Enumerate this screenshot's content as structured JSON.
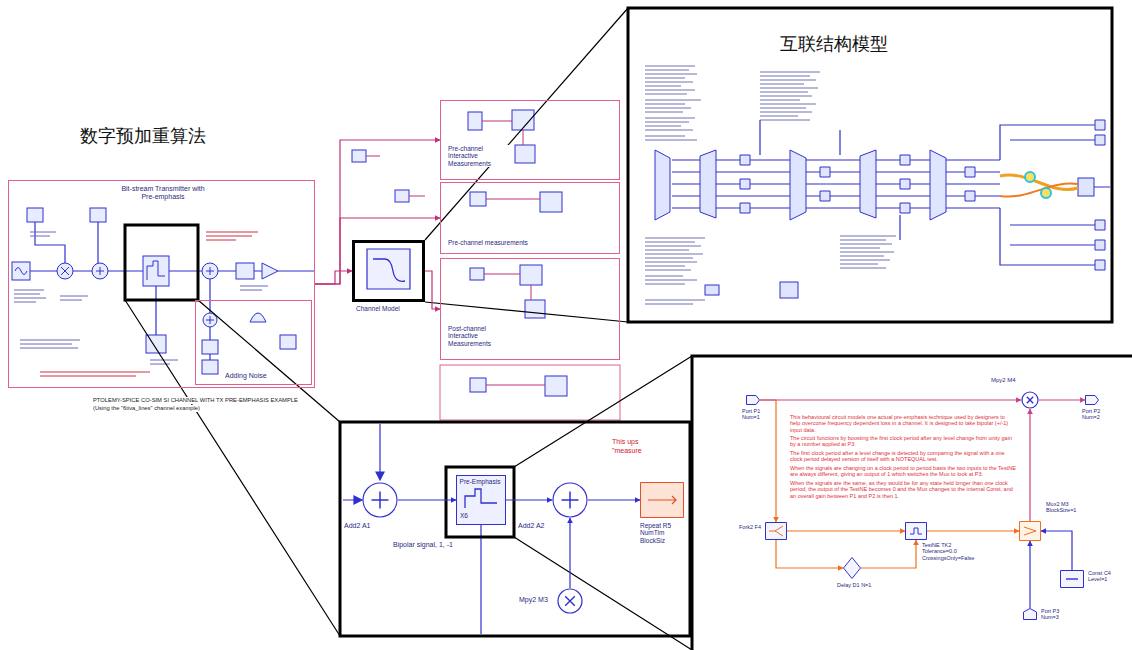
{
  "diagram": {
    "nodes": [
      {
        "text": [
          "Bit-stream Transmitter with Pre-emphasis"
        ]
      },
      {
        "text": [
          "Adding Noise"
        ],
        "in": 0
      },
      {
        "text": [
          "Pre-channel Interactive Measurements"
        ]
      },
      {
        "text": [
          "Pre-channel measurements"
        ]
      },
      {
        "text": [
          "Channel Model"
        ]
      },
      {
        "text": [
          "Post-channel Interactive Measurements"
        ]
      },
      {
        "text": [
          "互联结构模型"
        ]
      },
      {
        "text": [
          "This ups",
          "\"measure"
        ]
      },
      {
        "text": [
          "Add2 A1"
        ],
        "in": 7
      },
      {
        "text": [
          "Pre-Emphasis",
          "X6"
        ],
        "in": 7
      },
      {
        "text": [
          "Add2 A2"
        ],
        "in": 7
      },
      {
        "text": [
          "Repeat R5 NumTim BlockSiz"
        ],
        "in": 7
      },
      {
        "text": [
          "Mpy2 M3"
        ],
        "in": 7
      },
      {
        "text": [
          "This behavioural circuit models one actual pre-emphasis technique used by designers to help overcome frequency dependent loss in a channel. It is designed to take bipolar (+/-1) input data.",
          "The circuit functions by boosting the first clock period after any level change from unity gain by a number applied at P3.",
          "The first clock period after a level change is detected by comparing the signal with a one clock period delayed version of itself with a NOTEQUAL test.",
          "When the signals are changing on a clock period to period basis the two inputs to the TestNE are always different, giving an output of 1 which switches the Mux to look at P3.",
          "When the signals are the same, as they would be for any state held longer than one clock period, the output of the TestNE becomes 0 and the Mux changes to the internal Const, and an overall gain between P1 and P2 is then 1."
        ]
      },
      {
        "text": [
          "Port P1 Num=1"
        ],
        "in": 13
      },
      {
        "text": [
          "Fork2 F4"
        ],
        "in": 13
      },
      {
        "text": [
          "Delay D1 N=1"
        ],
        "in": 13
      },
      {
        "text": [
          "TestNE TK2 Tolerance=0.0 CrossingsOnly=False"
        ],
        "in": 13
      },
      {
        "text": [
          "Mux2 M3 BlockSize=1"
        ],
        "in": 13
      },
      {
        "text": [
          "Const C4 Level=1"
        ],
        "in": 13
      },
      {
        "text": [
          "Port P3 Num=3"
        ],
        "in": 13
      },
      {
        "text": [
          "Mpy2 M4"
        ],
        "in": 13
      },
      {
        "text": [
          "Port P2 Num=2"
        ],
        "in": 13
      }
    ],
    "edges": [
      {
        "from": 0,
        "to": 4,
        "arrow": "to"
      },
      {
        "from": 0,
        "to": 2,
        "arrow": "to"
      },
      {
        "from": 0,
        "to": 3,
        "arrow": "to"
      },
      {
        "from": 4,
        "to": 5,
        "arrow": "to"
      },
      {
        "from": 8,
        "to": 9,
        "arrow": "to"
      },
      {
        "from": 9,
        "to": 10,
        "arrow": "to"
      },
      {
        "from": 10,
        "to": 11,
        "arrow": "to"
      },
      {
        "from": 12,
        "to": 10,
        "arrow": "to"
      },
      {
        "from": 14,
        "to": 15,
        "arrow": "to"
      },
      {
        "from": 15,
        "to": 17,
        "arrow": "to"
      },
      {
        "from": 15,
        "to": 16,
        "arrow": "to"
      },
      {
        "from": 16,
        "to": 17,
        "arrow": "to"
      },
      {
        "from": 17,
        "to": 18,
        "arrow": "to"
      },
      {
        "from": 19,
        "to": 18,
        "arrow": "to"
      },
      {
        "from": 20,
        "to": 18,
        "arrow": "to"
      },
      {
        "from": 18,
        "to": 21,
        "arrow": "to"
      },
      {
        "from": 14,
        "to": 21,
        "arrow": "to"
      },
      {
        "from": 21,
        "to": 22,
        "arrow": "to"
      }
    ],
    "labels": [
      "数字预加重算法",
      "PTOLEMY-SPICE CO-SIM SI CHANNEL WITH TX PRE-EMPHASIS EXAMPLE",
      "(Using the \"6tiva_lines\" channel example)",
      "Bipolar signal, 1, -1"
    ]
  }
}
